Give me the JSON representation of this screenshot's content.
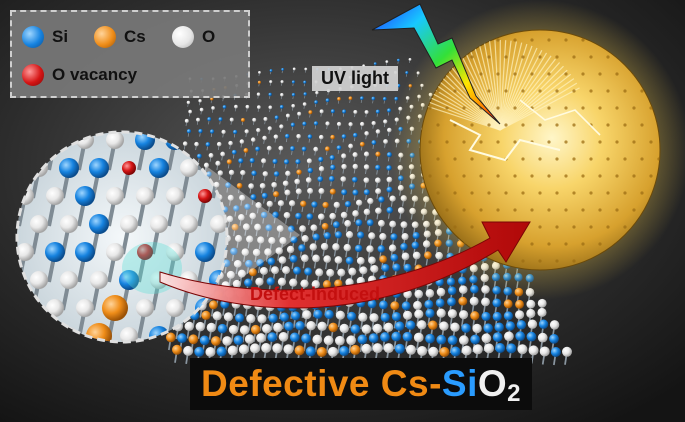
{
  "legend": {
    "items": [
      {
        "label": "Si",
        "color": "#1683e0"
      },
      {
        "label": "Cs",
        "color": "#ef8d19"
      },
      {
        "label": "O",
        "color": "#e6e6e6"
      },
      {
        "label": "O vacancy",
        "color": "#d51414"
      }
    ]
  },
  "uv_label": "UV light",
  "defect_label": "Defect-induced",
  "title": {
    "part1": "Defective Cs-",
    "part2": "Si",
    "part3": "O",
    "subscript": "2"
  },
  "colors": {
    "background": "#2a2a2a",
    "sphere_glow": "#f5c542",
    "arrow_red": "#c81010"
  }
}
